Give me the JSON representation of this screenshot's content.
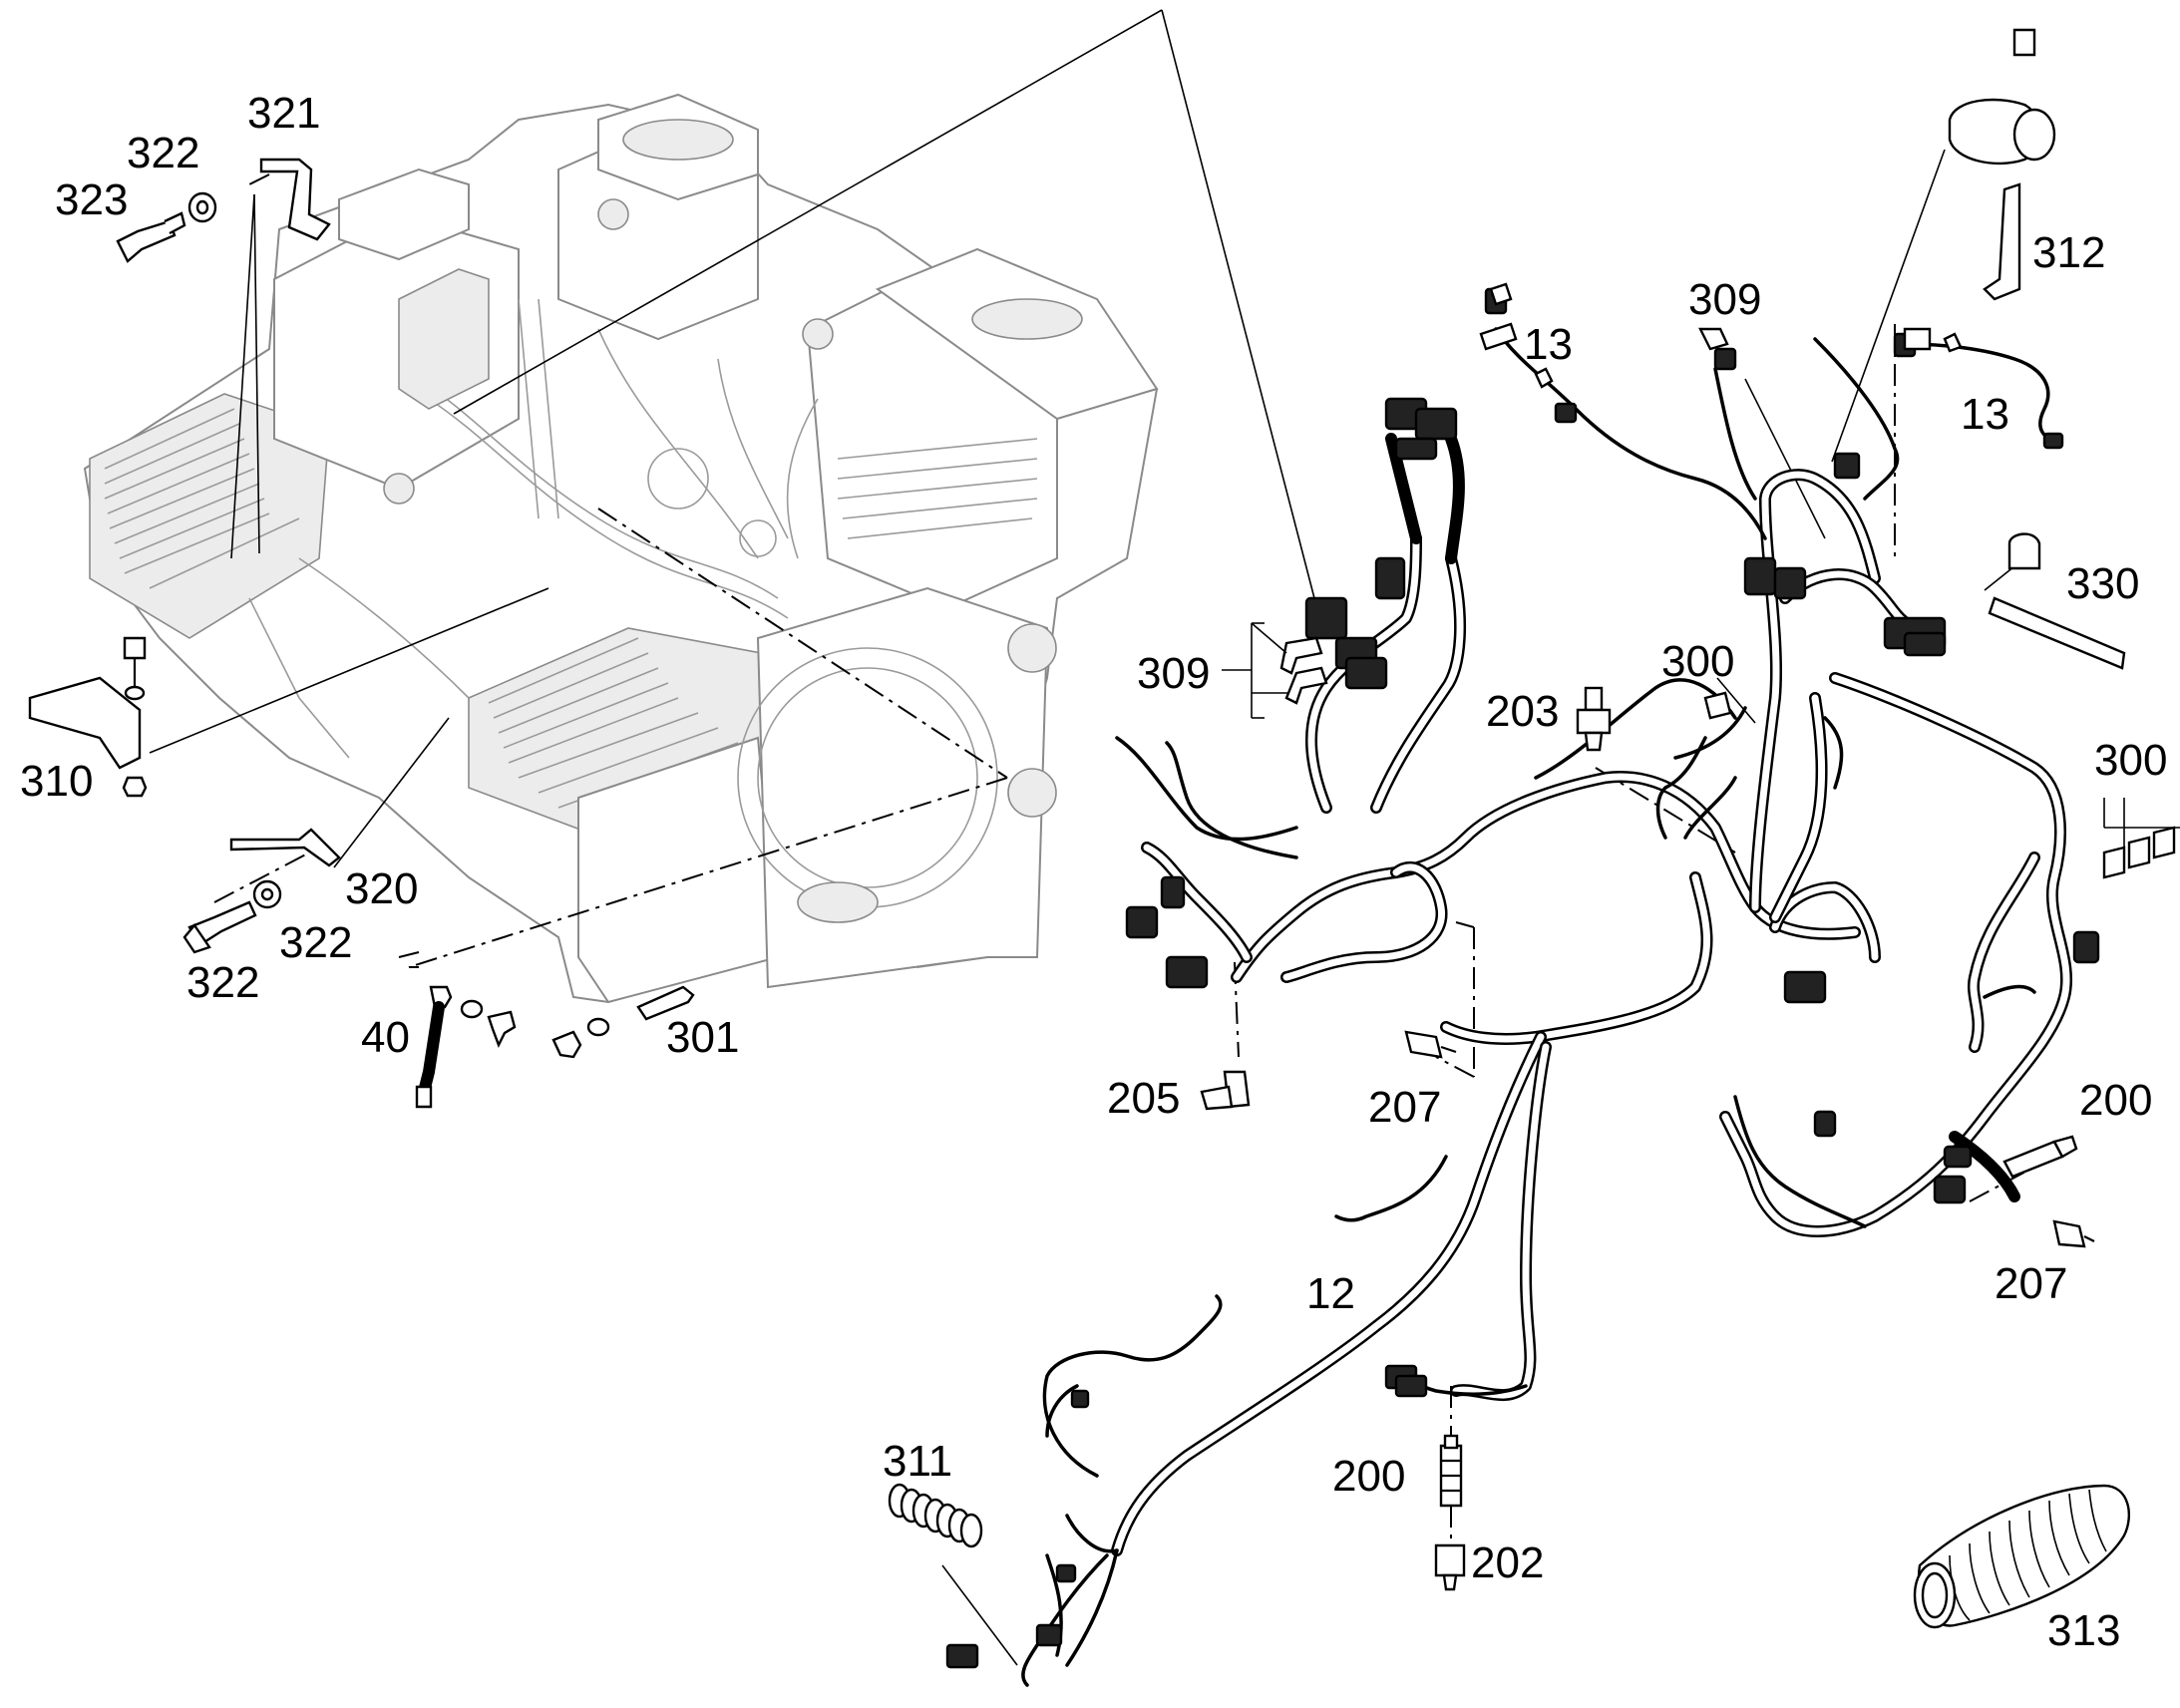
{
  "diagram": {
    "labels": {
      "l321": "321",
      "l322a": "322",
      "l323": "323",
      "l310": "310",
      "l320": "320",
      "l322b": "322",
      "l322c": "322",
      "l40": "40",
      "l301": "301",
      "l309a": "309",
      "l13a": "13",
      "l312": "312",
      "l13b": "13",
      "l330": "330",
      "l309b": "309",
      "l300a": "300",
      "l203": "203",
      "l300b": "300",
      "l205": "205",
      "l207a": "207",
      "l200a": "200",
      "l207b": "207",
      "l12": "12",
      "l311": "311",
      "l200b": "200",
      "l202": "202",
      "l313": "313"
    }
  }
}
